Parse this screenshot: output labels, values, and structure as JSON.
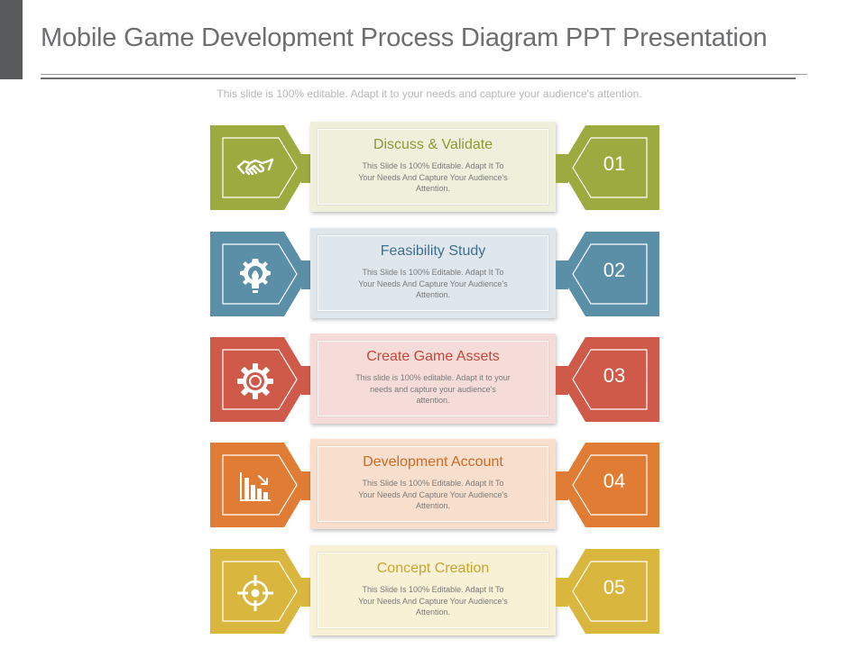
{
  "header": {
    "title": "Mobile Game Development Process Diagram PPT Presentation",
    "subtitle": "This slide is 100% editable. Adapt it to your needs and capture your audience's attention."
  },
  "steps": [
    {
      "title": "Discuss & Validate",
      "text": "This Slide Is 100% Editable. Adapt It To Your Needs And Capture Your Audience's Attention.",
      "number": "01",
      "icon": "handshake-icon",
      "color": "#9bab3f",
      "card_color": "#eef0dc",
      "title_color": "#8a9a35"
    },
    {
      "title": "Feasibility Study",
      "text": "This Slide Is 100% Editable. Adapt It To Your Needs And Capture Your Audience's Attention.",
      "number": "02",
      "icon": "lightbulb-gear-icon",
      "color": "#5b8ea7",
      "card_color": "#dfe7ed",
      "title_color": "#3e6f8a"
    },
    {
      "title": "Create Game Assets",
      "text": "This slide is 100% editable. Adapt it to your needs and capture your audience's attention.",
      "number": "03",
      "icon": "gear-icon",
      "color": "#cf5a49",
      "card_color": "#f5dcd8",
      "title_color": "#c2473a"
    },
    {
      "title": "Development Account",
      "text": "This Slide Is 100% Editable. Adapt It To Your Needs And Capture Your Audience's Attention.",
      "number": "04",
      "icon": "bar-chart-icon",
      "color": "#e07c33",
      "card_color": "#f8dfcd",
      "title_color": "#d06a23"
    },
    {
      "title": "Concept Creation",
      "text": "This Slide Is 100% Editable. Adapt It To Your Needs And Capture Your Audience's Attention.",
      "number": "05",
      "icon": "target-icon",
      "color": "#d9b63d",
      "card_color": "#f8f1d6",
      "title_color": "#c9a52c"
    }
  ]
}
